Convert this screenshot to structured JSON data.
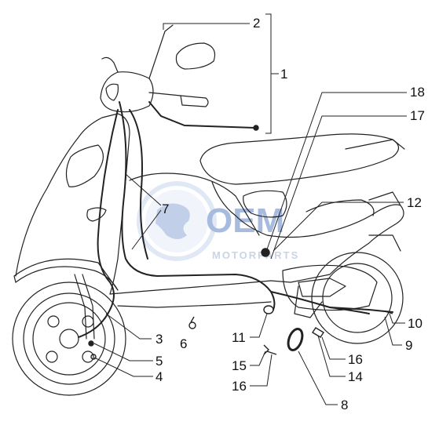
{
  "labels": {
    "l1": "1",
    "l2": "2",
    "l3": "3",
    "l4": "4",
    "l5": "5",
    "l6": "6",
    "l7": "7",
    "l8": "8",
    "l9": "9",
    "l10": "10",
    "l11": "11",
    "l12": "12",
    "l14": "14",
    "l15": "15",
    "l16a": "16",
    "l16b": "16",
    "l17": "17",
    "l18": "18"
  },
  "watermark": {
    "brand": "OEM",
    "sub": "MOTORPARTS"
  },
  "colors": {
    "line": "#222222",
    "watermark_blue": "#5f84c4",
    "watermark_light": "#c9d6ee"
  }
}
